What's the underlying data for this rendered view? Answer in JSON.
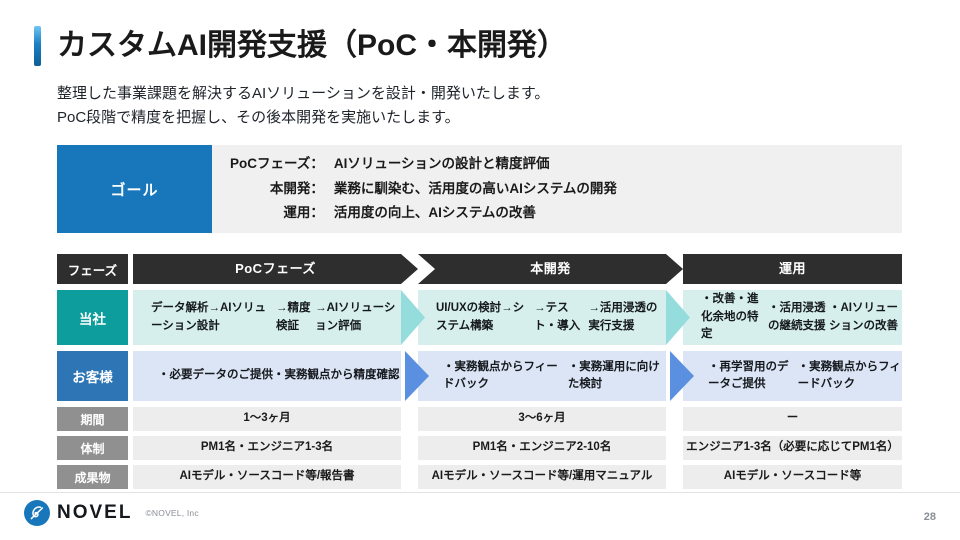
{
  "slide": {
    "title": "カスタムAI開発支援（PoC・本開発）",
    "lead_line1": "整理した事業課題を解決するAIソリューションを設計・開発いたします。",
    "lead_line2": "PoC段階で精度を把握し、その後本開発を実施いたします。",
    "accent_color": "#1b7fc4",
    "page_number": "28"
  },
  "goal": {
    "label": "ゴール",
    "label_bg": "#1877BA",
    "body_bg": "#F0F0F0",
    "items": [
      {
        "key": "PoCフェーズ：",
        "value": "AIソリューションの設計と精度評価"
      },
      {
        "key": "本開発：",
        "value": "業務に馴染む、活用度の高いAIシステムの開発"
      },
      {
        "key": "運用：",
        "value": "活用度の向上、AIシステムの改善"
      }
    ]
  },
  "matrix": {
    "header": {
      "label": "フェーズ",
      "columns": [
        "PoCフェーズ",
        "本開発",
        "運用"
      ],
      "bg": "#2E2E2E"
    },
    "rows": [
      {
        "label": "当社",
        "label_bg": "#0D9D9D",
        "cell_bg": "#D6EFEC",
        "arrow_color": "#95DDDC",
        "cells": [
          "データ解析→AIソリューション設計\n→精度検証\n→AIソリューション評価",
          "UI/UXの検討→システム構築\n→テスト・導入\n→活用浸透の実行支援",
          "・改善・進化余地の特定\n・活用浸透の継続支援\n・AIソリューションの改善"
        ]
      },
      {
        "label": "お客様",
        "label_bg": "#2E75B6",
        "cell_bg": "#DCE5F5",
        "arrow_color": "#5B8FE0",
        "cells": [
          "・必要データのご提供\n・実務観点から精度確認",
          "・実務観点からフィードバック\n・実務運用に向けた検討",
          "・再学習用のデータご提供\n・実務観点からフィードバック"
        ]
      }
    ],
    "spec_rows": [
      {
        "label": "期間",
        "cells": [
          "1〜3ヶ月",
          "3〜6ヶ月",
          "ー"
        ]
      },
      {
        "label": "体制",
        "cells": [
          "PM1名・エンジニア1-3名",
          "PM1名・エンジニア2-10名",
          "エンジニア1-3名（必要に応じてPM1名）"
        ]
      },
      {
        "label": "成果物",
        "cells": [
          "AIモデル・ソースコード等/報告書",
          "AIモデル・ソースコード等/運用マニュアル",
          "AIモデル・ソースコード等"
        ]
      }
    ],
    "spec_label_bg": "#909090",
    "spec_cell_bg": "#EDEDED"
  },
  "footer": {
    "logo_text": "NOVEL",
    "copyright": "©NOVEL, Inc",
    "logo_color": "#1877BA"
  }
}
